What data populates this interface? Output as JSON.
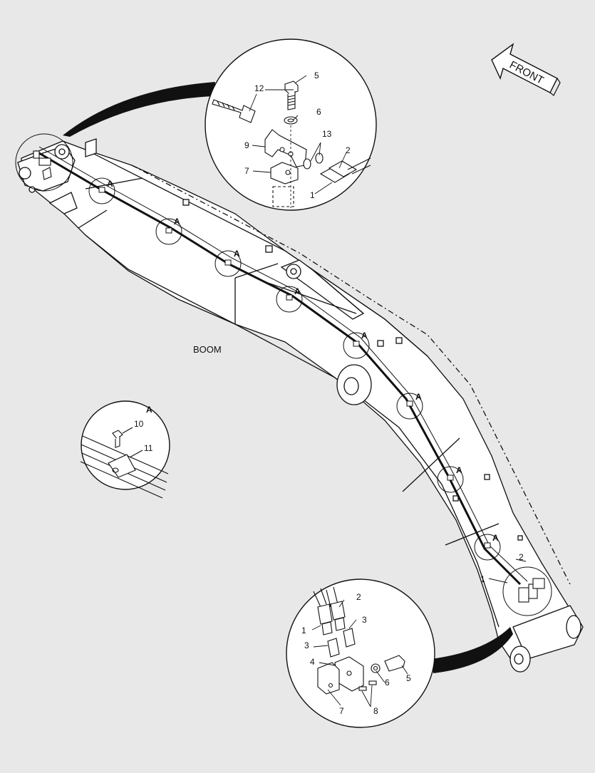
{
  "front_label": "FRONT",
  "boom_label": "BOOM",
  "detail_marker": "A",
  "detail_a": {
    "title": "A",
    "labels": [
      "10",
      "11"
    ]
  },
  "top_detail": {
    "labels": [
      "5",
      "12",
      "6",
      "9",
      "13",
      "2",
      "7",
      "1"
    ]
  },
  "bottom_detail": {
    "labels": [
      "2",
      "1",
      "3",
      "3",
      "4",
      "6",
      "5",
      "7",
      "8"
    ]
  },
  "boom_callouts": [
    "2",
    "1"
  ],
  "colors": {
    "background": "#e8e8e8",
    "line": "#111111",
    "fill": "#ffffff"
  }
}
